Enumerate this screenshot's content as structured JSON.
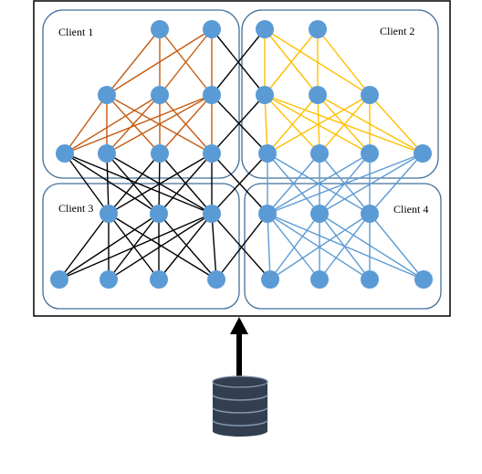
{
  "clients": [
    {
      "label": "Client 1"
    },
    {
      "label": "Client 2"
    },
    {
      "label": "Client 3"
    },
    {
      "label": "Client 4"
    }
  ],
  "colors": {
    "node": "#5B9BD5",
    "client_border": "#41719C",
    "client1_edges": "#C55A11",
    "client2_edges": "#FFC000",
    "client4_edges": "#5B9BD5",
    "cross_edges": "#000000",
    "frame": "#000000",
    "database": "#333F50",
    "database_stripe": "#8497B0",
    "arrow": "#000000"
  },
  "icons": {
    "database": "database-icon",
    "arrow": "arrow-up-icon"
  }
}
